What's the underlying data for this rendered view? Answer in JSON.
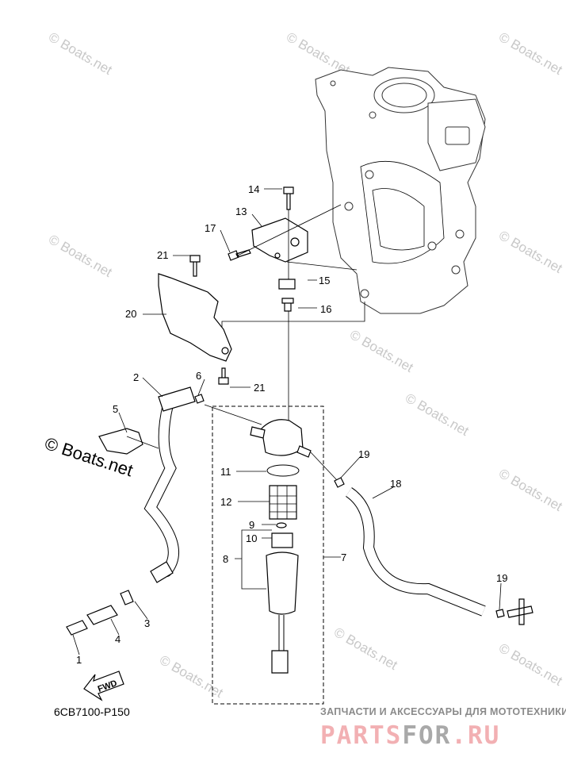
{
  "diagram": {
    "drawing_code": "6CB7100-P150",
    "fwd_label": "FWD",
    "callouts": [
      "1",
      "2",
      "3",
      "4",
      "5",
      "6",
      "7",
      "8",
      "9",
      "10",
      "11",
      "12",
      "13",
      "14",
      "15",
      "16",
      "17",
      "18",
      "19",
      "19",
      "20",
      "21",
      "21"
    ],
    "watermark": "© Boats.net"
  },
  "footer": {
    "subtitle": "ЗАПЧАСТИ И АКСЕССУАРЫ ДЛЯ МОТОТЕХНИКИ",
    "logo_part1": "PARTS",
    "logo_part2": "FOR",
    "logo_part3": ".RU"
  },
  "colors": {
    "logo_pink": "#f2b0b3",
    "logo_gray": "#a9a9a9",
    "watermark": "#c8c8c8"
  }
}
